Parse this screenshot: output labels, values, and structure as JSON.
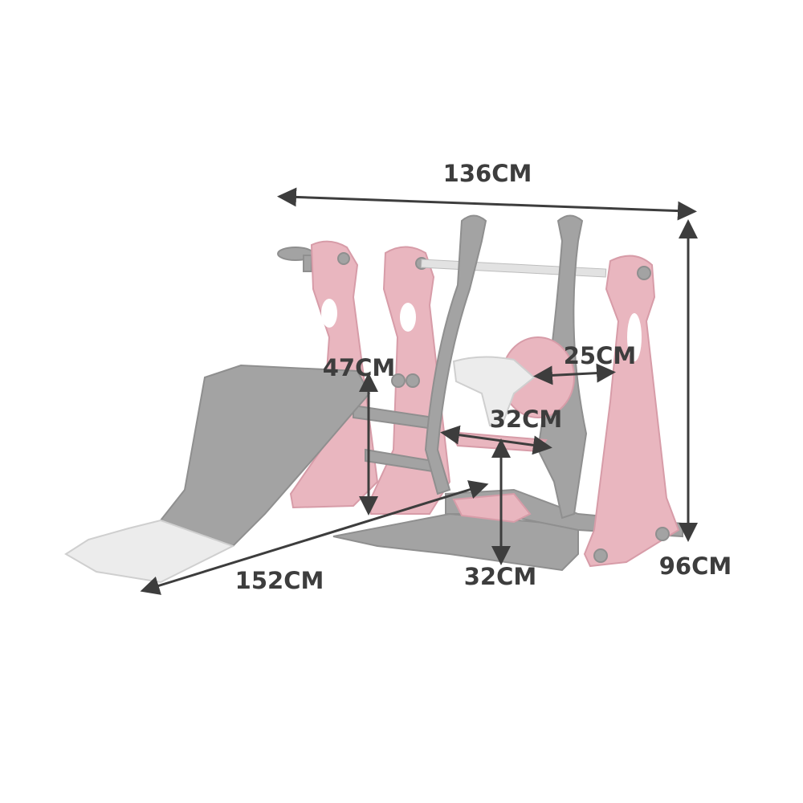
{
  "title": "Slide and swing set dimensions",
  "dimensions": {
    "overall_width": "136CM",
    "overall_height": "96CM",
    "overall_length": "152CM",
    "slide_height": "47CM",
    "seat_depth": "25CM",
    "seat_width": "32CM",
    "seat_height": "32CM"
  },
  "colors": {
    "frame_pink": "#e9b6bf",
    "frame_grey": "#a3a3a3",
    "label": "#3d3d3d"
  }
}
